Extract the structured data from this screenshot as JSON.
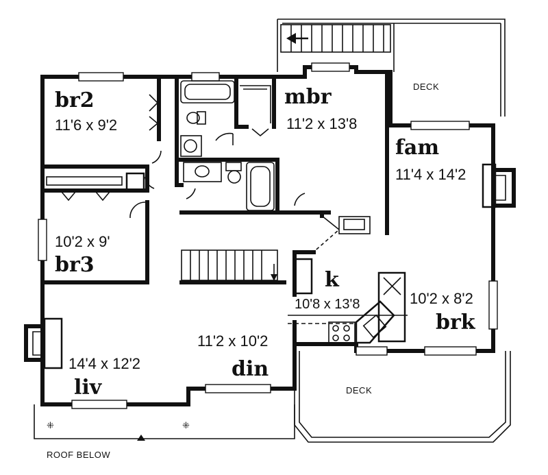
{
  "rooms": {
    "br2": {
      "name": "br2",
      "dims": "11'6 x 9'2"
    },
    "mbr": {
      "name": "mbr",
      "dims": "11'2 x 13'8"
    },
    "fam": {
      "name": "fam",
      "dims": "11'4 x 14'2"
    },
    "br3": {
      "name": "br3",
      "dims": "10'2 x 9'"
    },
    "k": {
      "name": "k",
      "dims": "10'8 x 13'8"
    },
    "brk": {
      "name": "brk",
      "dims": "10'2 x 8'2"
    },
    "liv": {
      "name": "liv",
      "dims": "14'4 x 12'2"
    },
    "din": {
      "name": "din",
      "dims": "11'2 x 10'2"
    }
  },
  "labels": {
    "deck_top": "DECK",
    "deck_bottom": "DECK",
    "roof_below": "ROOF BELOW"
  }
}
